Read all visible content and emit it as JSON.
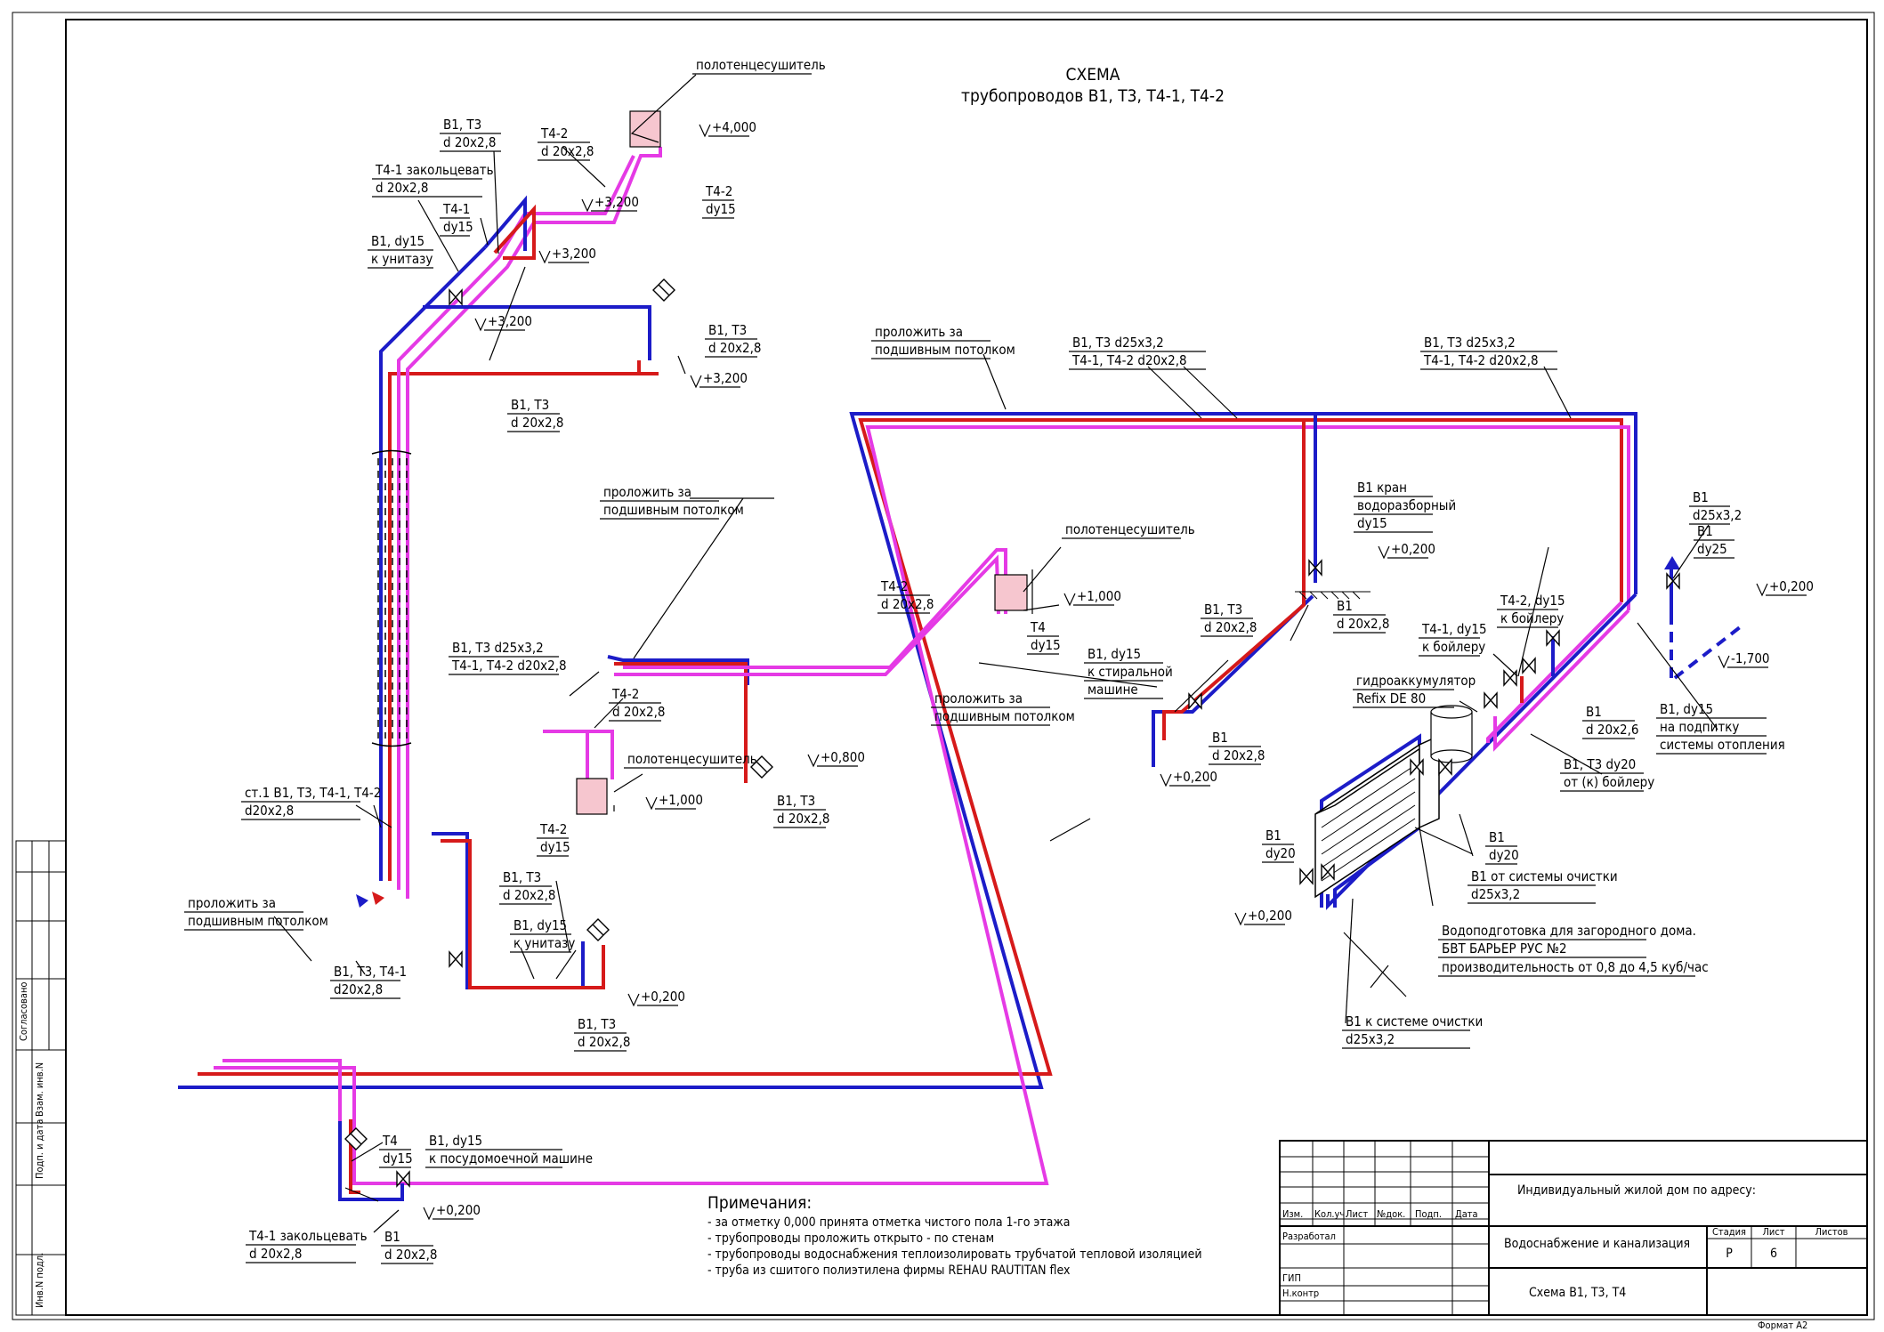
{
  "title": {
    "line1": "СХЕМА",
    "line2": "трубопроводов В1, Т3, Т4-1, Т4-2"
  },
  "colors": {
    "b1": "#1c1cc8",
    "t3": "#d61a1a",
    "t4": "#e53ae5",
    "fixture": "#f6c6cf",
    "frame": "#000000"
  },
  "legend_lines": [
    {
      "id": "b1",
      "color": "#1c1cc8"
    },
    {
      "id": "t3",
      "color": "#d61a1a"
    },
    {
      "id": "t4",
      "color": "#e53ae5"
    }
  ],
  "fixtures": [
    {
      "id": "top",
      "label": "полотенцесушитель"
    },
    {
      "id": "mid",
      "label": "полотенцесушитель"
    },
    {
      "id": "low",
      "label": "полотенцесушитель"
    }
  ],
  "labels": {
    "a01": [
      "полотенцесушитель"
    ],
    "a02": [
      "Т4-2",
      "d 20х2,8"
    ],
    "a03": [
      "+4,000"
    ],
    "a04": [
      "В1, Т3",
      "d 20х2,8"
    ],
    "a05": [
      "Т4-1 закольцевать",
      "d 20х2,8"
    ],
    "a06": [
      "+3,200"
    ],
    "a07": [
      "Т4-2",
      "dy15"
    ],
    "a08": [
      "Т4-1",
      "dy15"
    ],
    "a09": [
      "+3,200"
    ],
    "a10": [
      "В1, dy15",
      "к унитазу"
    ],
    "a11": [
      "+3,200"
    ],
    "a12": [
      "В1, Т3",
      "d 20х2,8"
    ],
    "a13": [
      "+3,200"
    ],
    "a14": [
      "В1, Т3",
      "d 20х2,8"
    ],
    "a15": [
      "проложить за",
      "подшивным потолком"
    ],
    "a16": [
      "В1, Т3 d25х3,2",
      "Т4-1, Т4-2 d20х2,8"
    ],
    "a17": [
      "В1, Т3 d25х3,2",
      "Т4-1, Т4-2 d20х2,8"
    ],
    "a18": [
      "проложить за",
      "подшивным потолком"
    ],
    "a19": [
      "В1 кран",
      "водоразборный",
      "dy15"
    ],
    "a20": [
      "+0,200"
    ],
    "a21": [
      "В1",
      "d25х3,2"
    ],
    "a22": [
      "В1",
      "dy25"
    ],
    "a23": [
      "+0,200"
    ],
    "a24": [
      "полотенцесушитель"
    ],
    "a25": [
      "Т4-2",
      "d 20х2,8"
    ],
    "a26": [
      "+1,000"
    ],
    "a27": [
      "Т4",
      "dy15"
    ],
    "a28": [
      "В1, Т3",
      "d 20х2,8"
    ],
    "a29": [
      "В1",
      "d 20х2,8"
    ],
    "a30": [
      "Т4-2, dy15",
      "к бойлеру"
    ],
    "a31": [
      "Т4-1, dy15",
      "к бойлеру"
    ],
    "a32": [
      "-1,700"
    ],
    "a33": [
      "В1, Т3 d25х3,2",
      "Т4-1, Т4-2 d20х2,8"
    ],
    "a34": [
      "Т4-2",
      "d 20х2,8"
    ],
    "a35": [
      "проложить за",
      "подшивным потолком"
    ],
    "a36": [
      "В1, dy15",
      "к стиральной",
      "машине"
    ],
    "a37": [
      "гидроаккумулятор",
      "Refix DE 80"
    ],
    "a38": [
      "В1",
      "d 20х2,6"
    ],
    "a39": [
      "В1, dy15",
      "на подпитку",
      "системы отопления"
    ],
    "a40": [
      "В1",
      "d 20х2,8"
    ],
    "a41": [
      "В1, Т3 dy20",
      "от (к) бойлеру"
    ],
    "a42": [
      "+0,200"
    ],
    "a43": [
      "+0,800"
    ],
    "a44": [
      "полотенцесушитель"
    ],
    "a45": [
      "+1,000"
    ],
    "a46": [
      "В1, Т3",
      "d 20х2,8"
    ],
    "a47": [
      "Т4-2",
      "dy15"
    ],
    "a48": [
      "ст.1 В1, Т3, Т4-1, Т4-2",
      "d20х2,8"
    ],
    "a49": [
      "В1, Т3",
      "d 20х2,8"
    ],
    "a50": [
      "В1",
      "dy20"
    ],
    "a51": [
      "В1",
      "dy20"
    ],
    "a52": [
      "В1 от системы очистки",
      "d25х3,2"
    ],
    "a53": [
      "+0,200"
    ],
    "a54": [
      "проложить за",
      "подшивным потолком"
    ],
    "a55": [
      "В1, dy15",
      "к унитазу"
    ],
    "a56": [
      "В1, Т3, Т4-1",
      "d20х2,8"
    ],
    "a57": [
      "Водоподготовка для загородного дома.",
      "БВТ БАРЬЕР РУС №2"
    ],
    "a58": [
      "производительность от 0,8 до 4,5 куб/час"
    ],
    "a59": [
      "+0,200"
    ],
    "a60": [
      "В1, Т3",
      "d 20х2,8"
    ],
    "a61": [
      "В1 к системе очистки",
      "d25х3,2"
    ],
    "a62": [
      "Т4",
      "dy15"
    ],
    "a63": [
      "В1, dy15",
      "к посудомоечной машине"
    ],
    "a64": [
      "+0,200"
    ],
    "a65": [
      "Т4-1 закольцевать",
      "d 20х2,8"
    ],
    "a66": [
      "В1",
      "d 20х2,8"
    ]
  },
  "notes": {
    "heading": "Примечания:",
    "items": [
      "- за отметку 0,000 принята отметка чистого пола 1-го этажа",
      "- трубопроводы проложить открыто - по стенам",
      "- трубопроводы водоснабжения теплоизолировать трубчатой тепловой изоляцией",
      "- труба из сшитого полиэтилена фирмы REHAU RAUTITAN flex"
    ]
  },
  "side_stamp": [
    "Согласовано",
    "Взам. инв.N",
    "Подп. и дата",
    "Инв.N подл."
  ],
  "title_block": {
    "object": "Индивидуальный жилой дом по адресу:",
    "section": "Водоснабжение и канализация",
    "sheet_name": "Схема В1, Т3, Т4",
    "col_headers": [
      "Изм.",
      "Кол.уч.",
      "Лист",
      "№док.",
      "Подп.",
      "Дата"
    ],
    "roles": [
      "Разработал",
      "ГИП",
      "Н.контр"
    ],
    "stage_label": "Стадия",
    "sheet_label": "Лист",
    "sheets_label": "Листов",
    "stage": "Р",
    "sheet": "6",
    "sheets": "",
    "format": "Формат А2"
  }
}
